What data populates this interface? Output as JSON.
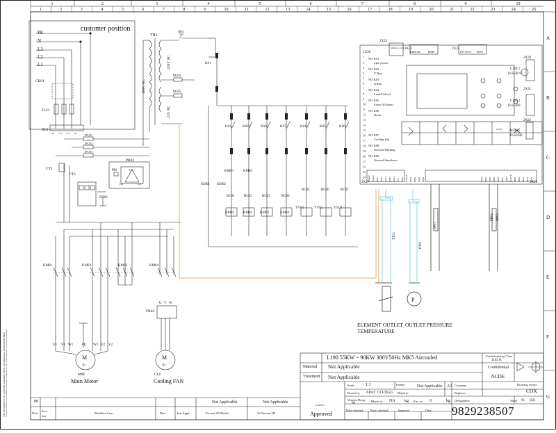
{
  "column_numbers": [
    "1",
    "2",
    "3",
    "4",
    "5",
    "6",
    "7",
    "8",
    "9",
    "10",
    "11",
    "12",
    "13",
    "14",
    "15",
    "16",
    "17",
    "18",
    "19",
    "20",
    "21",
    "22",
    "23",
    "24",
    "25"
  ],
  "zone_numbers": [
    "1",
    "2",
    "3",
    "4",
    "5",
    "6",
    "7",
    "8",
    "9",
    "10"
  ],
  "row_letters": [
    "A",
    "B",
    "C",
    "D",
    "E",
    "F",
    "G"
  ],
  "supply": {
    "title": "customer position",
    "lines": [
      "PE",
      "N",
      "L3",
      "L2",
      "L1"
    ],
    "breaker": "CB01",
    "fuses": "FUO",
    "terminal": "X01",
    "terminal_pins": [
      "1L1",
      "1L2",
      "1L3",
      "1N"
    ]
  },
  "transformer": {
    "label": "TR1",
    "primary": "380V AC",
    "secondary_top": "220V AC",
    "secondary_bottom": "24V AC",
    "switch": "S01",
    "fuses": [
      "FU04",
      "FU05"
    ],
    "pins": [
      "1",
      "2",
      "3",
      "4",
      "5"
    ]
  },
  "control_left": {
    "fuses": [
      "1FU01",
      "1FU02",
      "1FU03"
    ],
    "phase_relay": "PR01",
    "phase_relay_inner": "PH",
    "phase_relay_pins": [
      "L1",
      "L2",
      "L3"
    ],
    "ct_labels": [
      "CT1",
      "CT2"
    ],
    "overload": "FR01"
  },
  "relays": {
    "coils_top": [
      "K01",
      "K02",
      "K03",
      "K07",
      "K04",
      "K05",
      "K06"
    ],
    "contactors": [
      "KM01",
      "KM02",
      "KM03",
      "KM04"
    ],
    "rc": [
      "RC01",
      "RC02",
      "RC03",
      "RC04",
      "RC05",
      "RC06",
      "RC07"
    ],
    "valves": [
      "YV01",
      "YV02",
      "YV03"
    ],
    "interlocks": [
      "KM01",
      "KM02",
      "KM03",
      "KM02"
    ]
  },
  "controller": {
    "x30": "2X30",
    "x25": "2X25",
    "x24": "2X24",
    "x29": "2X29",
    "x31": "2X31",
    "x22": "2X22",
    "x27": "2X27",
    "x28": "2X28",
    "mem_card": "Memory card",
    "ethernet": "Ethernet",
    "rj45": "RJ45",
    "io_out": "I/O OUT",
    "rj11": "RJ11",
    "can1": [
      "CAN 1",
      "D-SUB 9"
    ],
    "can2": [
      "CAN 2",
      "D-SUB9"
    ],
    "rs485": [
      "RS485",
      "D-SUB9"
    ],
    "outputs": [
      {
        "id": "K01",
        "name": "Line power"
      },
      {
        "id": "K02",
        "name": "Y Run"
      },
      {
        "id": "K03",
        "name": "Δ Run"
      },
      {
        "id": "K04",
        "name": "Load/Unload"
      },
      {
        "id": "K05",
        "name": "Extra Oil Inject"
      },
      {
        "id": "K06",
        "name": "Drain"
      },
      {
        "id": "K07",
        "name": "Cooling Fan"
      },
      {
        "id": "K08",
        "name": "General Warning"
      },
      {
        "id": "K09",
        "name": "General Shutdown"
      }
    ],
    "bottom_pins_a": [
      "Supply",
      "Supply",
      "GND",
      "GND",
      "AIN1",
      "GND",
      "AIN2",
      "+5V",
      "GND",
      "D-OUT",
      "DI01",
      "DI02",
      "DI03",
      "DI04"
    ],
    "bottom_pins_b": [
      "GND",
      "DI05",
      "GND",
      "DI06",
      "GND",
      "DI07",
      "GND",
      "D-OUT",
      "DI08",
      "DI09",
      "DI10",
      "DI11",
      "DI12"
    ],
    "sensors": [
      "TT01",
      "PT01",
      "SP01",
      "PB01",
      "PB02"
    ]
  },
  "motors": {
    "main_contactors": [
      "KM01",
      "KM03",
      "KM02"
    ],
    "fan_contactor": "KM04",
    "fan_overload": "FR02",
    "main_label": "Main Motor",
    "main_tag": "MM",
    "fan_label": "Cooling FAN",
    "fan_tag": "CLF",
    "motor_symbol": "M",
    "motor_phase": "3~",
    "terminals_main": [
      "U1",
      "V1",
      "W1",
      "PE",
      "W2",
      "U2",
      "V2"
    ],
    "terminals_fan": [
      "U",
      "V",
      "W"
    ]
  },
  "sensors_field": {
    "temp_label": [
      "ELEMENT OUTLET",
      "TEMPERATURE"
    ],
    "pressure_label": "OUTLET PRESSURE",
    "pressure_symbol": "P"
  },
  "title_block": {
    "title": "L190 55KW ~ 90KW 380V50Hz MK5 Aircooled",
    "material_label": "Material",
    "material_value": "Not Applicable",
    "treatment_label": "Treatment",
    "treatment_value": "Not Applicable",
    "conf_class_label": "Confidentiality Class",
    "conf_class_value": "1102 K",
    "confidential": "Confidential",
    "owner": "ACDE",
    "scale_label": "Scale",
    "scale_value": "1:1",
    "family_label": "Family",
    "family_value": "Not Applicable",
    "size_value": "A3",
    "company_label": "Company",
    "drawing_owner_label": "Drawing owner",
    "drawing_owner_value": "COX",
    "drawn_by_label": "Drawn by",
    "drawn_by_value": "APAC CO/XGG",
    "blank_label": "Blank nr.",
    "replaces_label": "Replaces",
    "version_label": "Version Drwg",
    "version_value": "00",
    "blank_wt_label": "Blank wt.",
    "blank_wt_value": "NA",
    "kg1": "kg",
    "fin_wt_label": "Fin. wt.",
    "fin_wt_value": "0",
    "kg2": "kg",
    "designation_label": "Designation",
    "sheet_label": "Sheet",
    "sheet_value": "01",
    "sheet_total": "(02)",
    "date_checked_label": "Date checked",
    "prod_checked_label": "Prod. checked",
    "approval_label": "Approval",
    "date_label": "Date",
    "status": "Approved",
    "status_small": "STATUS",
    "number": "9829238507",
    "rev_row": {
      "rev": "00",
      "not_app_1": "Not Applicable",
      "not_app_2": "Not Applicable"
    },
    "rev_headers": [
      "Note",
      "Posi-\ntion",
      "Modified from",
      "Date",
      "Intr Appd",
      "Present 3D Model",
      "3d Version 3D"
    ]
  },
  "side_note": "The document is our property and shall not be reproduced or disclosed to third parties without our written consent; contents to be used only for purpose supplied."
}
